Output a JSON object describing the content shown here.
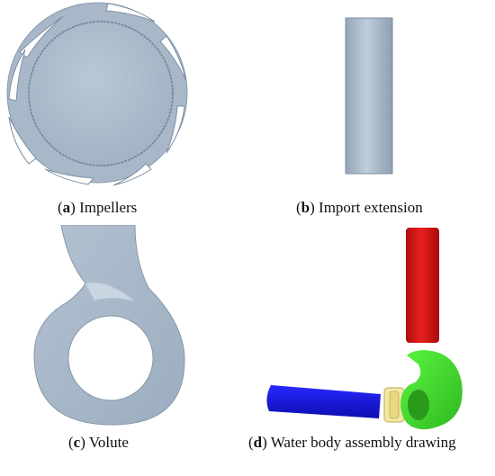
{
  "panels": [
    {
      "letter": "a",
      "text": ") Impellers"
    },
    {
      "letter": "b",
      "text": ") Import extension"
    },
    {
      "letter": "c",
      "text": ") Volute"
    },
    {
      "letter": "d",
      "text": ") Water body assembly drawing"
    }
  ],
  "colors": {
    "part_fill": "#aebdcc",
    "part_shade": "#8fa1b3",
    "part_light": "#d3dde7",
    "extension_red": "#d81414",
    "volute_green": "#3fe02a",
    "outlet_blue": "#1a1ae0",
    "coupling_yellow": "#f2e7a6"
  }
}
